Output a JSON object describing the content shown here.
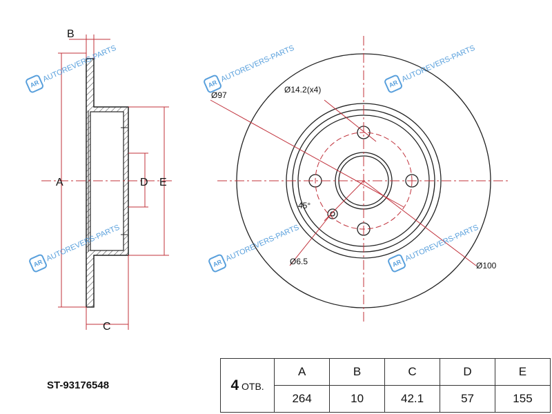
{
  "part_number": "ST-93176548",
  "watermark": "AUTOREVERS-PARTS",
  "watermark_logo": "AR",
  "drawing_labels": {
    "A": "A",
    "B": "B",
    "C": "C",
    "D": "D",
    "E": "E",
    "d97": "Ø97",
    "d14": "Ø14.2(x4)",
    "angle": "45°",
    "d65": "Ø6.5",
    "d100": "Ø100"
  },
  "table": {
    "holes_count": "4",
    "holes_unit": "ОТВ.",
    "headers": [
      "A",
      "B",
      "C",
      "D",
      "E"
    ],
    "values": [
      "264",
      "10",
      "42.1",
      "57",
      "155"
    ]
  },
  "colors": {
    "dimension": "#c0303a",
    "outline": "#222222",
    "watermark": "#3b8fd6"
  }
}
